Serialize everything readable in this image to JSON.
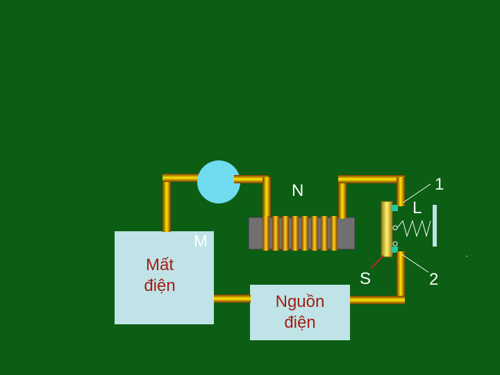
{
  "labels": {
    "mat_dien_line1": "Mất",
    "mat_dien_line2": "điện",
    "nguon_dien_line1": "Nguồn",
    "nguon_dien_line2": "điện",
    "n": "N",
    "m": "M",
    "s": "S",
    "l": "L",
    "one": "1",
    "two": "2"
  },
  "colors": {
    "background": "#0b5e14",
    "box_fill": "#bfe3e6",
    "lamp": "#6fdcf0",
    "box_text": "#a31e14",
    "label_text": "#ffffff",
    "core": "#707070",
    "wire_dark": "#7a3a06",
    "wire_light": "#ffe600",
    "contact": "#24c8a0",
    "spring": "#ffffff"
  },
  "icons": {
    "lamp": "circle-lamp-icon",
    "coil": "solenoid-coil-icon",
    "spring": "zigzag-spring-icon",
    "contact": "contact-plate-icon"
  }
}
